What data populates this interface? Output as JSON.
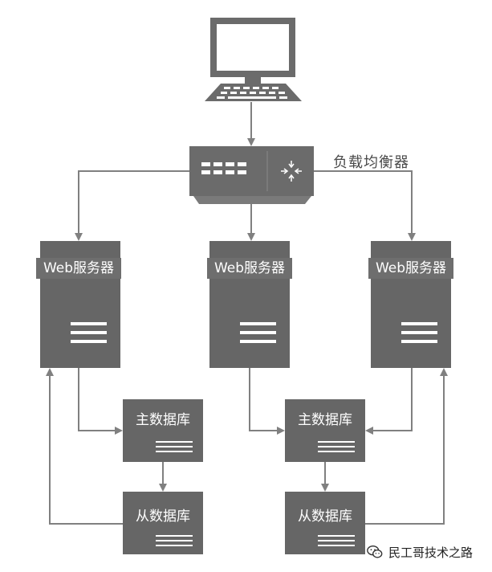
{
  "load_balancer": {
    "label": "负载均衡器"
  },
  "web_servers": [
    {
      "label": "Web服务器"
    },
    {
      "label": "Web服务器"
    },
    {
      "label": "Web服务器"
    }
  ],
  "master_dbs": [
    {
      "label": "主数据库"
    },
    {
      "label": "主数据库"
    }
  ],
  "slave_dbs": [
    {
      "label": "从数据库"
    },
    {
      "label": "从数据库"
    }
  ],
  "watermark": {
    "text": "民工哥技术之路",
    "icon": "wechat-icon"
  },
  "colors": {
    "node": "#666666",
    "line": "#808080",
    "header": "#6e6e6e"
  }
}
